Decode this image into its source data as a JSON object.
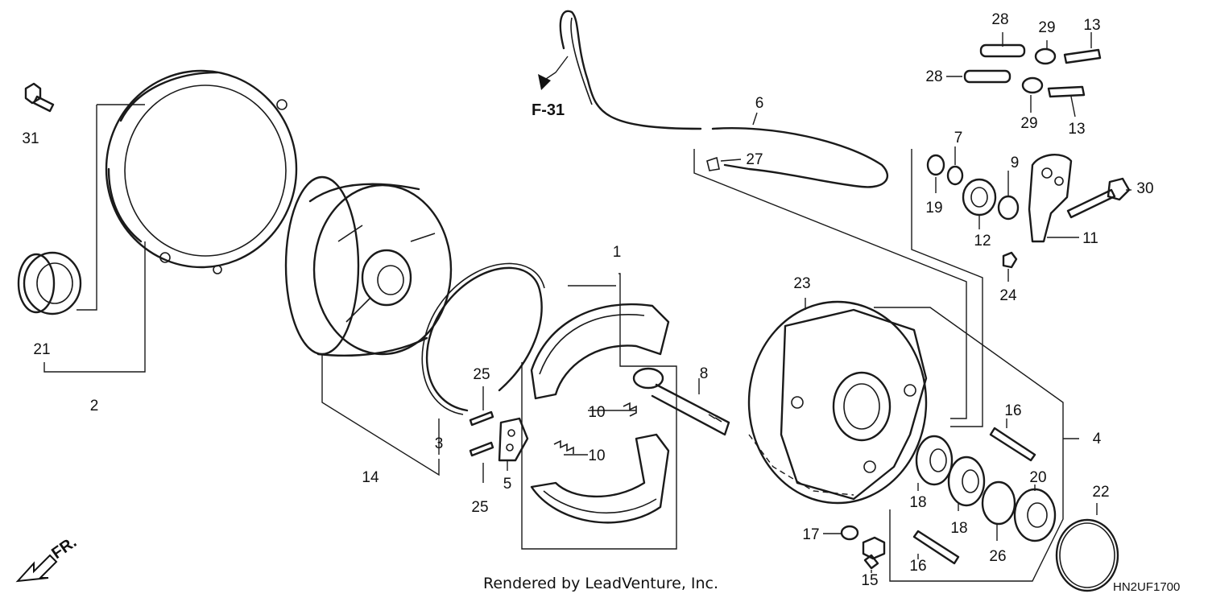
{
  "diagram": {
    "credit": "Rendered by LeadVenture, Inc.",
    "code": "HN2UF1700",
    "reference": "F-31",
    "front_label": "FR.",
    "callouts": {
      "c31": "31",
      "c2": "2",
      "c21": "21",
      "c14": "14",
      "c3": "3",
      "c25a": "25",
      "c25b": "25",
      "c5": "5",
      "c10a": "10",
      "c10b": "10",
      "c1": "1",
      "c8": "8",
      "c6": "6",
      "c27": "27",
      "c28a": "28",
      "c28b": "28",
      "c29a": "29",
      "c29b": "29",
      "c13a": "13",
      "c13b": "13",
      "c7": "7",
      "c9": "9",
      "c19": "19",
      "c12": "12",
      "c30": "30",
      "c11": "11",
      "c24": "24",
      "c23": "23",
      "c4": "4",
      "c16a": "16",
      "c16b": "16",
      "c18a": "18",
      "c18b": "18",
      "c20": "20",
      "c22": "22",
      "c26": "26",
      "c17": "17",
      "c15": "15"
    }
  }
}
